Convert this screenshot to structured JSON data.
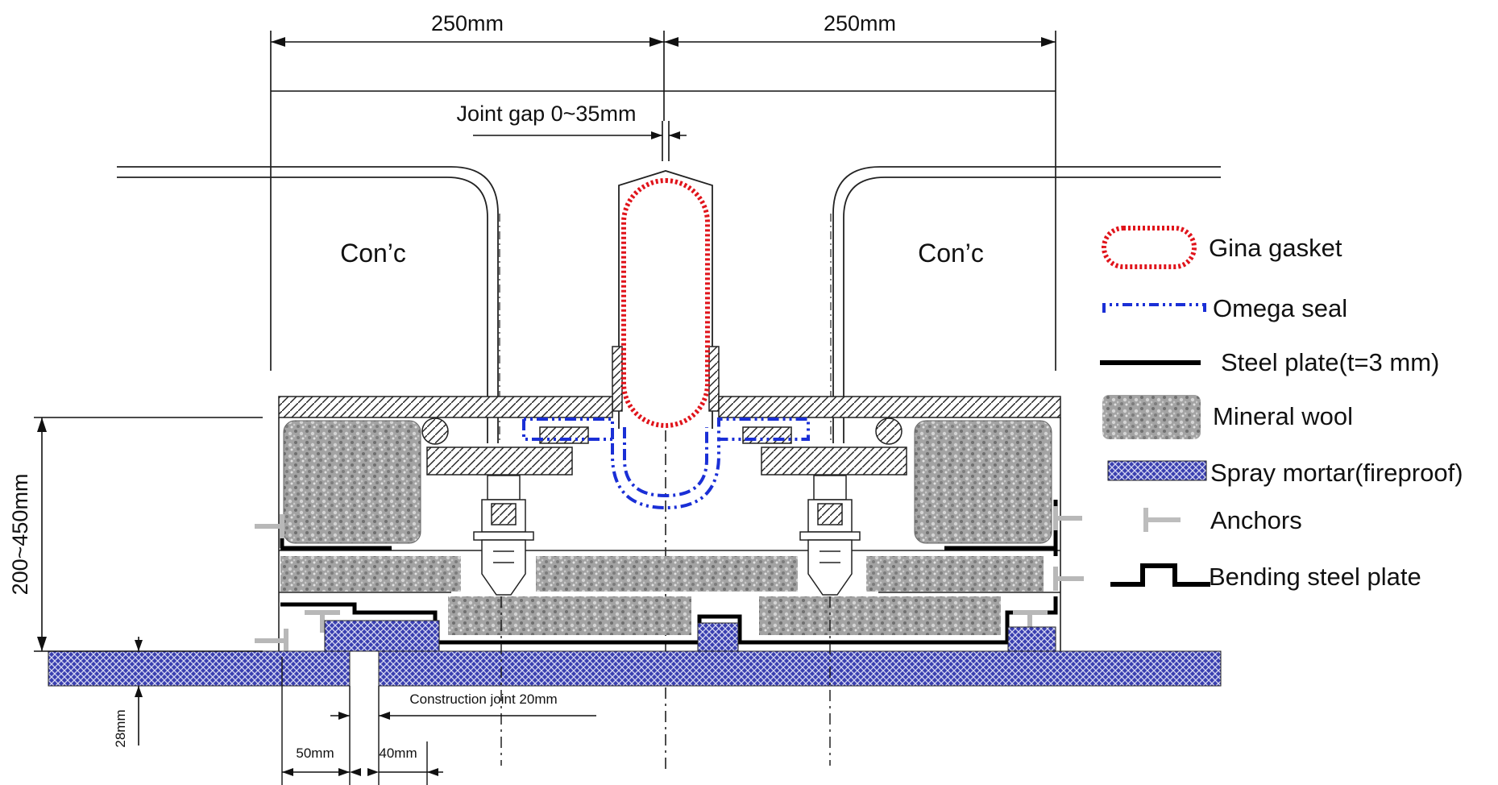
{
  "dimensions": {
    "left_width": "250mm",
    "right_width": "250mm",
    "joint_gap": "Joint gap 0~35mm",
    "height_range": "200~450mm",
    "mortar_thickness": "28mm",
    "construction_joint": "Construction joint 20mm",
    "dim_50": "50mm",
    "dim_40": "40mm"
  },
  "labels": {
    "concrete_left": "Con’c",
    "concrete_right": "Con’c"
  },
  "legend": [
    {
      "id": "gina",
      "label": "Gina gasket",
      "color": "#e0141b"
    },
    {
      "id": "omega",
      "label": "Omega seal",
      "color": "#1a2fd6"
    },
    {
      "id": "steel",
      "label": "Steel plate(t=3 mm)",
      "color": "#000000"
    },
    {
      "id": "wool",
      "label": "Mineral wool",
      "color": "#9a9a9a"
    },
    {
      "id": "mortar",
      "label": "Spray mortar(fireproof)",
      "color": "#2b2f9c"
    },
    {
      "id": "anchors",
      "label": "Anchors",
      "color": "#bdbdbd"
    },
    {
      "id": "bending",
      "label": "Bending steel plate",
      "color": "#000000"
    }
  ]
}
